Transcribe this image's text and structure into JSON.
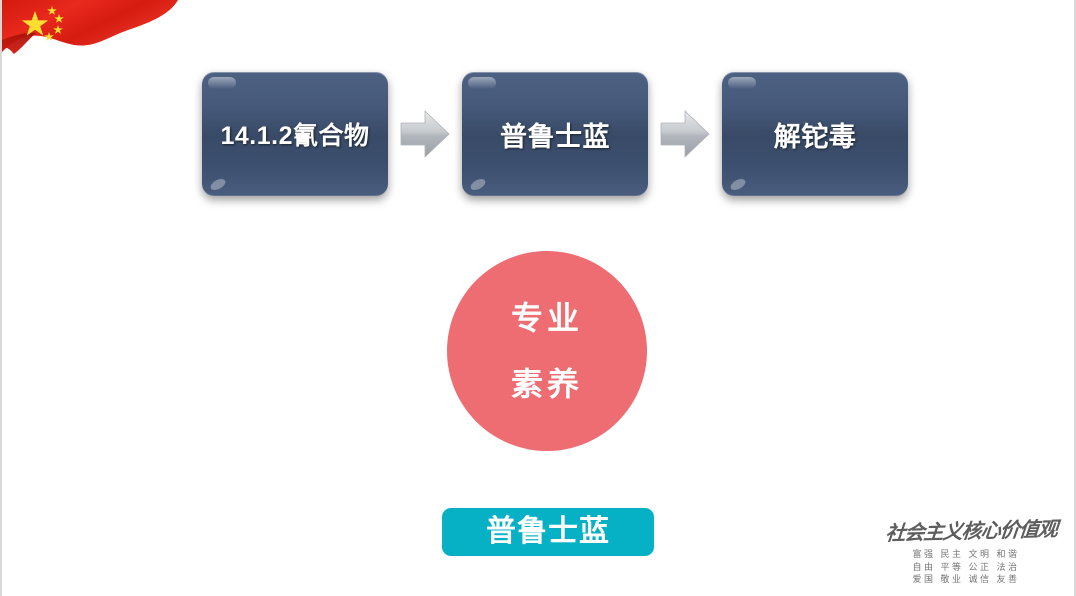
{
  "slide": {
    "background_color": "#ffffff",
    "decorations": {
      "flag": {
        "name": "chinese-national-flag",
        "colors": {
          "red": "#e1251b",
          "dark_red": "#b81a12",
          "star_yellow": "#ffde2f"
        }
      },
      "side_rules_color": "#d8d8d8"
    }
  },
  "flow": {
    "boxes": [
      {
        "label": "14.1.2氰合物",
        "fill": "#3d5070",
        "text_color": "#ffffff"
      },
      {
        "label": "普鲁士蓝",
        "fill": "#3d5070",
        "text_color": "#ffffff"
      },
      {
        "label": "解铊毒",
        "fill": "#3d5070",
        "text_color": "#ffffff"
      }
    ],
    "arrows": [
      {
        "name": "arrow-right-1",
        "color": "#b9bdc3"
      },
      {
        "name": "arrow-right-2",
        "color": "#b9bdc3"
      }
    ]
  },
  "circle": {
    "fill": "#ed6d72",
    "text_color": "#ffffff",
    "lines": [
      "专业",
      "素养"
    ]
  },
  "pill": {
    "fill": "#07b1c5",
    "text_color": "#ffffff",
    "label": "普鲁士蓝"
  },
  "core_values": {
    "title": "社会主义核心价值观",
    "lines": [
      "富强 民主 文明 和谐",
      "自由 平等 公正 法治",
      "爱国 敬业 诚信 友善"
    ]
  }
}
